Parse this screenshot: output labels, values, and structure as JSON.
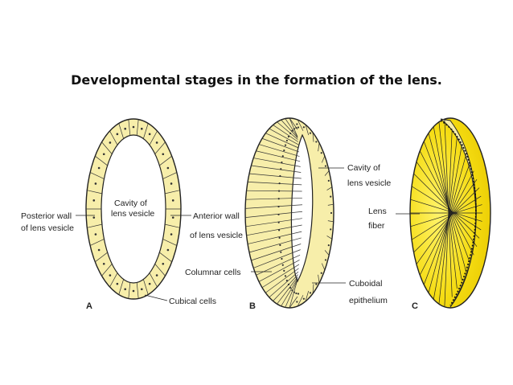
{
  "title": "Developmental stages in the formation of the lens.",
  "colors": {
    "wall_fill": "#f7eeaa",
    "cavity_fill": "#ffffff",
    "outline": "#222222",
    "fiber_yellow": "#f5dc12"
  },
  "panel_a": {
    "letter": "A",
    "cavity_label": [
      "Cavity of",
      "lens vesicle"
    ],
    "posterior_wall_label": [
      "Posterior wall",
      "of lens vesicle"
    ],
    "anterior_wall_label": [
      "Anterior wall",
      "of lens vesicle"
    ],
    "cubical_cells_label": "Cubical cells"
  },
  "panel_b": {
    "letter": "B",
    "columnar_cells_label": "Columnar cells",
    "cavity_label": [
      "Cavity of",
      "lens vesicle"
    ],
    "cuboidal_label": [
      "Cuboidal",
      "epithelium"
    ]
  },
  "panel_c": {
    "letter": "C",
    "lens_fiber_label": [
      "Lens",
      "fiber"
    ]
  }
}
